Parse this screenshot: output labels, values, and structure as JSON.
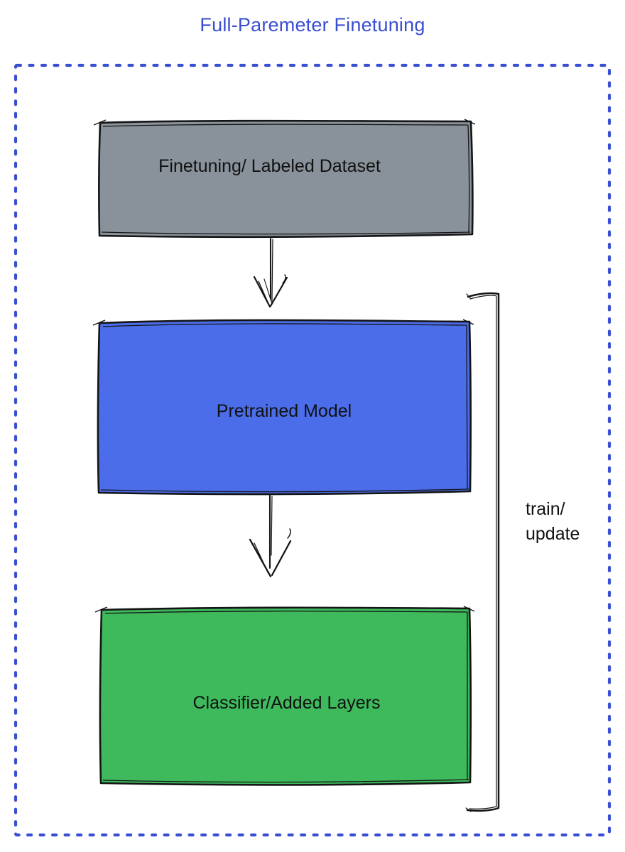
{
  "title": "Full-Paremeter Finetuning",
  "colors": {
    "accent_blue": "#3a4ed2",
    "frame_border": "#3a4ed2",
    "sketch_stroke": "#151515",
    "dataset_fill": "#89919a",
    "pretrained_fill": "#4b6de9",
    "classifier_fill": "#3eba5d",
    "label_text": "#111111"
  },
  "nodes": [
    {
      "id": "dataset",
      "label": "Finetuning/ Labeled Dataset",
      "fill": "#89919a"
    },
    {
      "id": "pretrained",
      "label": "Pretrained Model",
      "fill": "#4b6de9"
    },
    {
      "id": "classifier",
      "label": "Classifier/Added Layers",
      "fill": "#3eba5d"
    }
  ],
  "edges": [
    {
      "from": "dataset",
      "to": "pretrained"
    },
    {
      "from": "pretrained",
      "to": "classifier"
    }
  ],
  "annotation": {
    "line1": "train/",
    "line2": "update"
  }
}
